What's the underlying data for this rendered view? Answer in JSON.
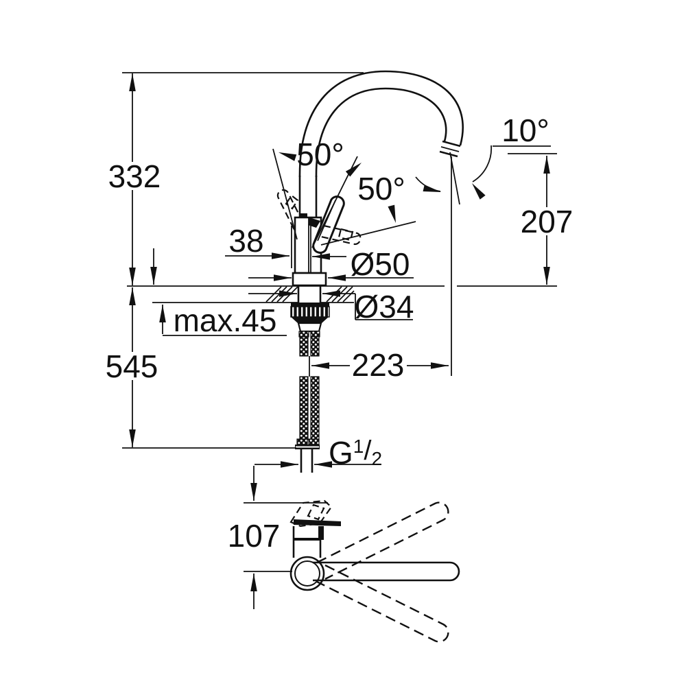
{
  "colors": {
    "ink": "#111111",
    "paper": "#ffffff"
  },
  "labels": {
    "height_above_deck": "332",
    "height_below_deck": "545",
    "outlet_height": "207",
    "spout_reach": "223",
    "plan_offset": "107",
    "handle_clearance": "38",
    "base_diameter": "Ø50",
    "shank_diameter": "Ø34",
    "max_deck_thickness": "max.45",
    "spout_tilt_angle": "10°",
    "handle_swing_angle_left": "50°",
    "handle_swing_angle_right": "50°",
    "thread_letter": "G",
    "thread_numerator": "1",
    "thread_slash": "/",
    "thread_denominator": "2"
  }
}
